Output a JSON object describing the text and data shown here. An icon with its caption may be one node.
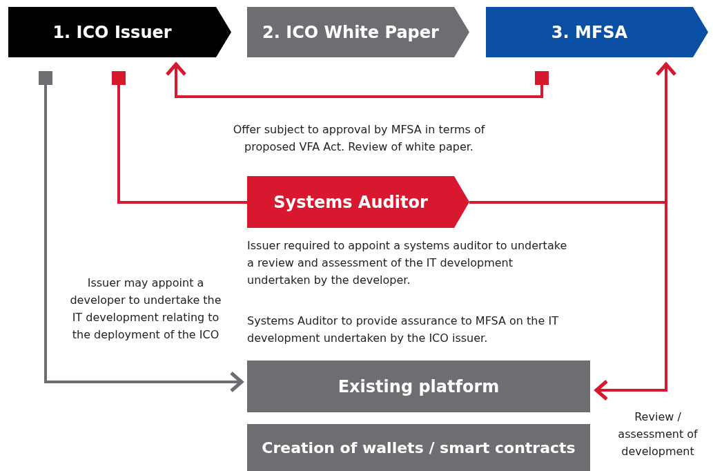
{
  "diagram": {
    "nodes": [
      {
        "text": [
          "1. ICO Issuer"
        ]
      },
      {
        "text": [
          "2. ICO White Paper"
        ]
      },
      {
        "text": [
          "3. MFSA"
        ]
      },
      {
        "text": [
          "Systems Auditor"
        ]
      },
      {
        "text": [
          "Existing platform"
        ]
      },
      {
        "text": [
          "Creation of wallets / smart contracts"
        ]
      }
    ],
    "edges": [
      {
        "from": 0,
        "to": 4,
        "arrow": "to",
        "color": "#6d6e71"
      },
      {
        "from": 2,
        "to": 0,
        "arrow": "to"
      },
      {
        "from": 0,
        "to": 3,
        "arrow": "other"
      },
      {
        "from": 3,
        "to": 2,
        "arrow": "to"
      },
      {
        "from": 3,
        "to": 4,
        "arrow": "to"
      }
    ],
    "labels": [
      "Offer subject to approval by MFSA in terms of proposed VFA Act. Review of white paper.",
      "Issuer required to appoint a systems auditor to undertake a review and assessment of the IT development undertaken by the developer.",
      "Issuer may appoint a developer to undertake the IT development relating to the deployment of the ICO",
      "Systems Auditor to provide assurance to MFSA on the IT development undertaken by the ICO issuer.",
      "Review / assessment of development"
    ]
  }
}
